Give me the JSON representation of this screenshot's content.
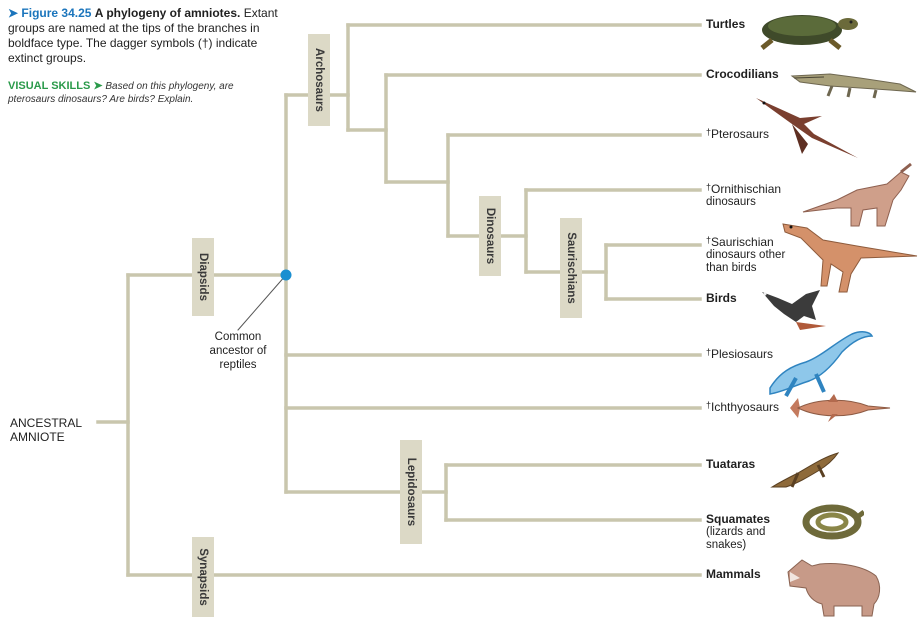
{
  "caption": {
    "arrow": "➤",
    "figure_number": "Figure 34.25",
    "figure_title": "A phylogeny of amniotes.",
    "text": "Extant groups are named at the tips of the branches in boldface type. The dagger symbols (†) indicate extinct groups."
  },
  "visual_skills": {
    "label": "VISUAL SKILLS ➤",
    "text": "Based on this phylogeny, are pterosaurs dinosaurs? Are birds? Explain."
  },
  "root_label": "ANCESTRAL AMNIOTE",
  "common_ancestor_label": "Common ancestor of reptiles",
  "clade_labels": {
    "archosaurs": "Archosaurs",
    "diapsids": "Diapsids",
    "dinosaurs": "Dinosaurs",
    "saurischians": "Saurischians",
    "lepidosaurs": "Lepidosaurs",
    "synapsids": "Synapsids"
  },
  "taxa": {
    "turtles": {
      "name": "Turtles"
    },
    "crocodilians": {
      "name": "Crocodilians"
    },
    "pterosaurs": {
      "dagger": "†",
      "name": "Pterosaurs"
    },
    "ornithischians": {
      "dagger": "†",
      "name": "Ornithischian",
      "line2": "dinosaurs"
    },
    "saurischians": {
      "dagger": "†",
      "name": "Saurischian",
      "line2": "dinosaurs other",
      "line3": "than birds"
    },
    "birds": {
      "name": "Birds"
    },
    "plesiosaurs": {
      "dagger": "†",
      "name": "Plesiosaurs"
    },
    "ichthyosaurs": {
      "dagger": "†",
      "name": "Ichthyosaurs"
    },
    "tuataras": {
      "name": "Tuataras"
    },
    "squamates": {
      "name": "Squamates",
      "line2": "(lizards and",
      "line3": "snakes)"
    },
    "mammals": {
      "name": "Mammals"
    }
  },
  "colors": {
    "branch": "#c9c6ad",
    "label_background": "#dcd9c6",
    "node": "#1b8fd1",
    "accent_blue": "#1b75bc",
    "accent_green": "#2a9a4a"
  },
  "icons": {
    "turtles": "turtle-icon",
    "crocodilians": "crocodile-icon",
    "pterosaurs": "pterosaur-icon",
    "ornithischians": "hadrosaur-icon",
    "saurischians": "theropod-icon",
    "birds": "bird-icon",
    "plesiosaurs": "plesiosaur-icon",
    "ichthyosaurs": "ichthyosaur-icon",
    "tuataras": "tuatara-icon",
    "squamates": "snake-icon",
    "mammals": "hippo-icon"
  }
}
